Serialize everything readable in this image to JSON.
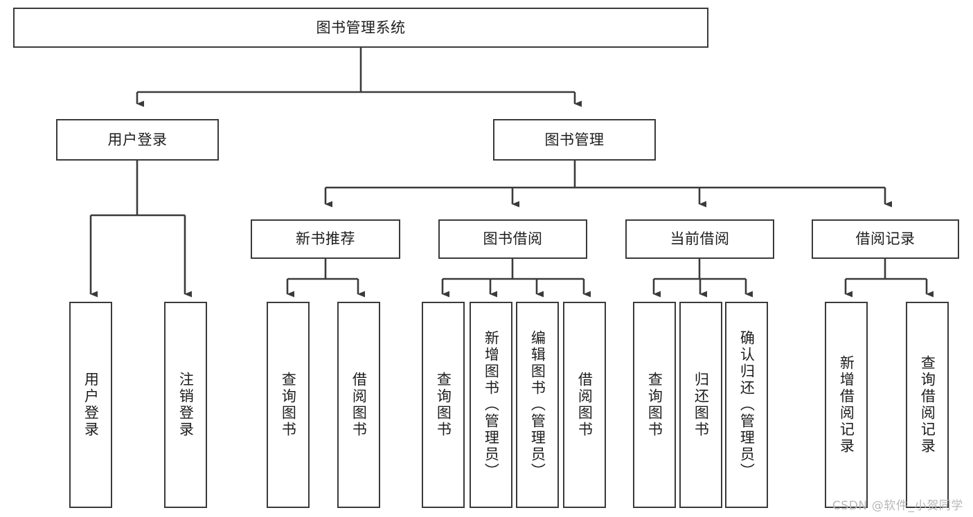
{
  "diagram": {
    "type": "hierarchy-tree",
    "title": "图书管理系统",
    "watermark": "CSDN @软件_小贺同学",
    "line_color": "#3a3a3a",
    "box_border_color": "#3a3a3a",
    "box_fill": "#ffffff",
    "text_color": "#1d1d1d",
    "nodes": {
      "root": {
        "label": "图书管理系统",
        "level": 0
      },
      "l1": [
        {
          "id": "user_login",
          "label": "用户登录",
          "level": 1
        },
        {
          "id": "book_mgmt",
          "label": "图书管理",
          "level": 1
        }
      ],
      "l2": [
        {
          "id": "new_book_rec",
          "label": "新书推荐",
          "level": 2,
          "parent": "book_mgmt"
        },
        {
          "id": "book_borrow",
          "label": "图书借阅",
          "level": 2,
          "parent": "book_mgmt"
        },
        {
          "id": "current_borrow",
          "label": "当前借阅",
          "level": 2,
          "parent": "book_mgmt"
        },
        {
          "id": "borrow_record",
          "label": "借阅记录",
          "level": 2,
          "parent": "book_mgmt"
        }
      ],
      "leaves": [
        {
          "id": "leaf_user_login",
          "label": "用户登录",
          "parent": "user_login"
        },
        {
          "id": "leaf_user_logout",
          "label": "注销登录",
          "parent": "user_login"
        },
        {
          "id": "leaf_query_book_1",
          "label": "查询图书",
          "parent": "new_book_rec"
        },
        {
          "id": "leaf_borrow_book_1",
          "label": "借阅图书",
          "parent": "new_book_rec"
        },
        {
          "id": "leaf_query_book_2",
          "label": "查询图书",
          "parent": "book_borrow"
        },
        {
          "id": "leaf_add_book",
          "label": "新增图书（管理员）",
          "parent": "book_borrow"
        },
        {
          "id": "leaf_edit_book",
          "label": "编辑图书（管理员）",
          "parent": "book_borrow"
        },
        {
          "id": "leaf_borrow_book_2",
          "label": "借阅图书",
          "parent": "book_borrow"
        },
        {
          "id": "leaf_query_book_3",
          "label": "查询图书",
          "parent": "current_borrow"
        },
        {
          "id": "leaf_return_book",
          "label": "归还图书",
          "parent": "current_borrow"
        },
        {
          "id": "leaf_confirm_return",
          "label": "确认归还（管理员）",
          "parent": "current_borrow"
        },
        {
          "id": "leaf_add_record",
          "label": "新增借阅记录",
          "parent": "borrow_record"
        },
        {
          "id": "leaf_query_record",
          "label": "查询借阅记录",
          "parent": "borrow_record"
        }
      ]
    }
  }
}
